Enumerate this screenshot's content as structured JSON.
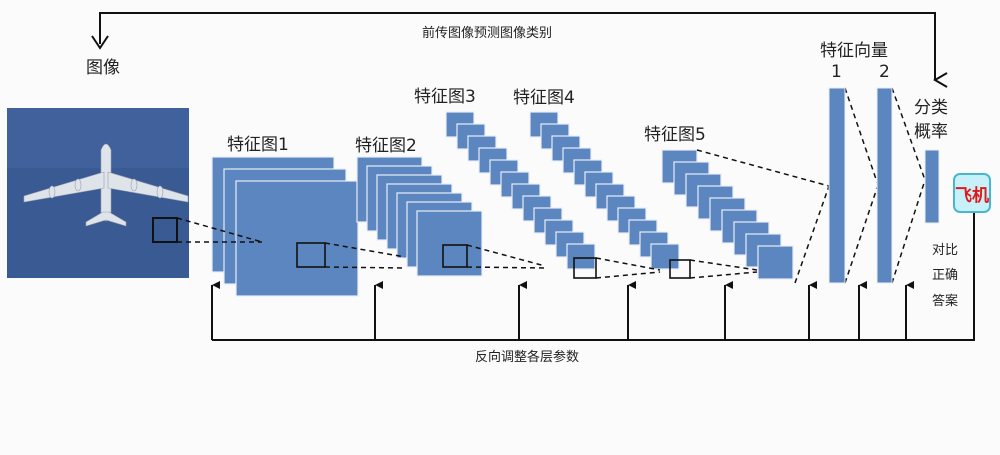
{
  "forward_label": "前传图像预测图像类别",
  "backward_label": "反向调整各层参数",
  "input_label": "图像",
  "feature_maps": [
    "特征图1",
    "特征图2",
    "特征图3",
    "特征图4",
    "特征图5"
  ],
  "fc_label": "特征向量",
  "fc_numbers": [
    "1",
    "2"
  ],
  "class_prob_label": [
    "分类",
    "概率"
  ],
  "compare_label": [
    "对比",
    "正确",
    "答案"
  ],
  "answer": "飞机",
  "colors": {
    "block": "#5b86c0",
    "block_edge": "#e8eef8",
    "sky": "#3a5a94",
    "answer_text": "#e01818",
    "answer_bg": "#c7f0f8"
  },
  "icons": [
    "airplane-icon"
  ]
}
